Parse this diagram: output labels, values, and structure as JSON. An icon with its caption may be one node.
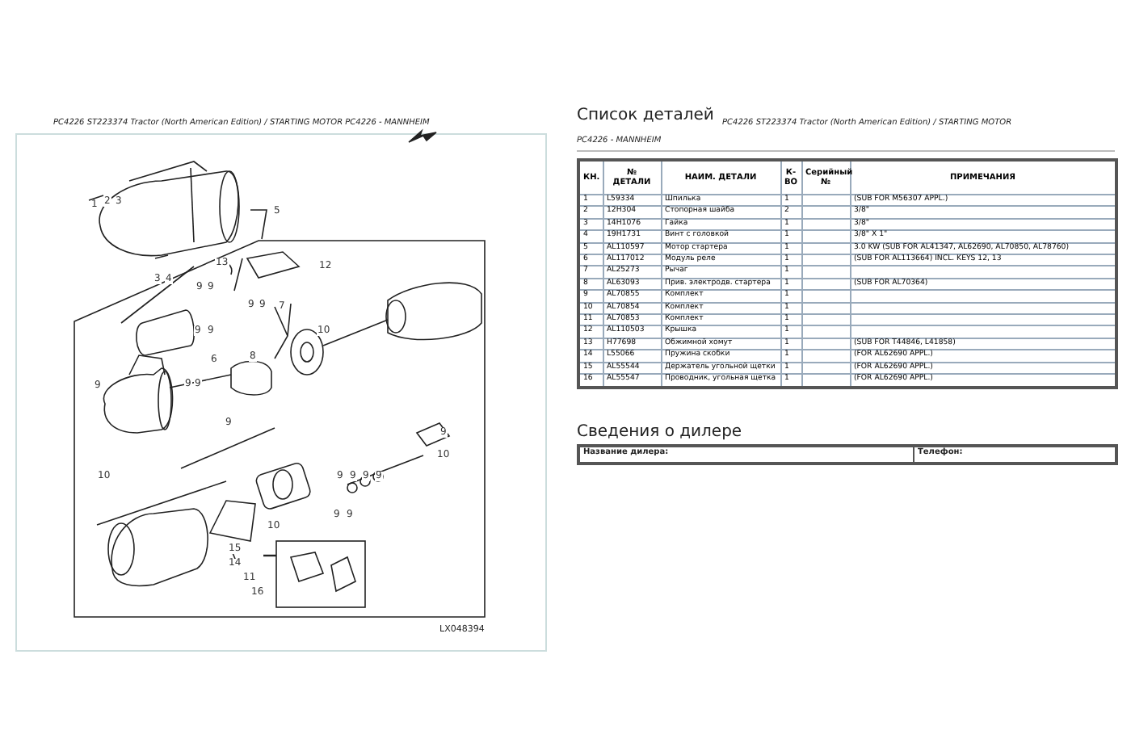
{
  "diagram": {
    "labels": [
      "PC4226 ST223374 Tractor (North American Edition) / STARTING MOTOR PC4226 - MANNHEIM",
      "1",
      "2",
      "3",
      "5",
      "3",
      "4",
      "13",
      "12",
      "9",
      "9",
      "9",
      "9",
      "7",
      "9",
      "9",
      "10",
      "6",
      "8",
      "9",
      "9",
      "9",
      "9",
      "9",
      "10",
      "10",
      "9",
      "9",
      "9",
      "9",
      "9",
      "9",
      "10",
      "15",
      "14",
      "11",
      "16",
      "LX048394",
      "Список деталей",
      "PC4226 ST223374 Tractor (North American Edition) / STARTING MOTOR",
      "PC4226 - MANNHEIM",
      "КН.",
      "№ ДЕТАЛИ",
      "НАИМ. ДЕТАЛИ",
      "К-ВО",
      "Серийный №",
      "ПРИМЕЧАНИЯ",
      "1",
      "L59334",
      "Шпилька",
      "1",
      "(SUB FOR M56307 APPL.)",
      "2",
      "12H304",
      "Стопорная шайба",
      "2",
      "3/8\"",
      "3",
      "14H1076",
      "Гайка",
      "1",
      "3/8\"",
      "4",
      "19H1731",
      "Винт с головкой",
      "1",
      "3/8\" X 1\"",
      "5",
      "AL110597",
      "Мотор стартера",
      "1",
      "3.0 KW (SUB FOR AL41347, AL62690, AL70850, AL78760)",
      "6",
      "AL117012",
      "Модуль реле",
      "1",
      "(SUB FOR AL113664) INCL. KEYS 12, 13",
      "7",
      "AL25273",
      "Рычаг",
      "1",
      "8",
      "AL63093",
      "Прив. электродв. стартера",
      "1",
      "(SUB FOR AL70364)",
      "9",
      "AL70855",
      "Комплект",
      "1",
      "10",
      "AL70854",
      "Комплект",
      "1",
      "11",
      "AL70853",
      "Комплект",
      "1",
      "12",
      "AL110503",
      "Крышка",
      "1",
      "13",
      "H77698",
      "Обжимной хомут",
      "1",
      "(SUB FOR T44846, L41858)",
      "14",
      "L55066",
      "Пружина скобки",
      "1",
      "(FOR AL62690 APPL.)",
      "15",
      "AL55544",
      "Держатель угольной щетки",
      "1",
      "(FOR AL62690 APPL.)",
      "16",
      "AL55547",
      "Проводник, угольная щетка",
      "1",
      "(FOR AL62690 APPL.)",
      "Сведения о дилере",
      "Название дилера:",
      "Телефон:"
    ]
  }
}
